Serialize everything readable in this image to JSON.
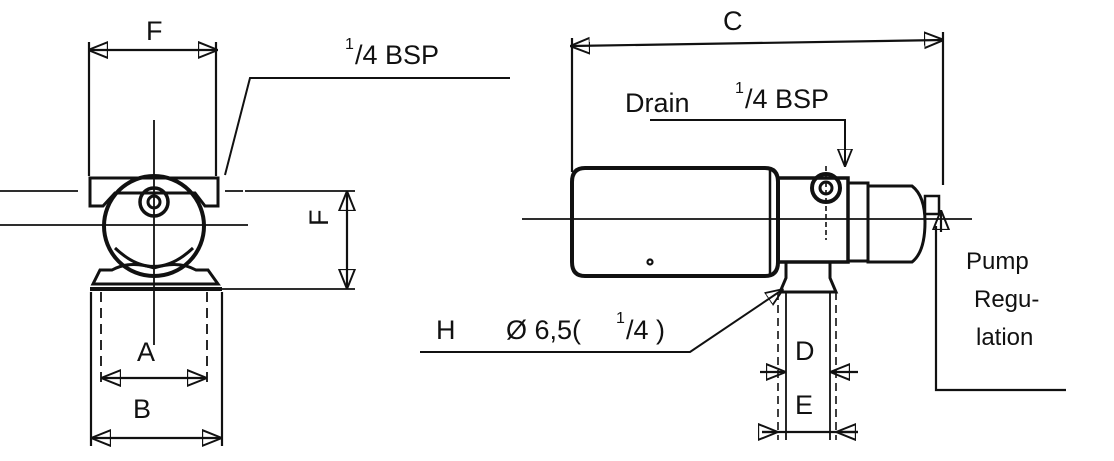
{
  "labels": {
    "dim_f_top": "F",
    "dim_f_side": "F",
    "dim_a": "A",
    "dim_b": "B",
    "dim_c": "C",
    "dim_d": "D",
    "dim_e": "E",
    "dim_h": "H",
    "inlet_thread_num": "1",
    "inlet_thread_rest": "/4 BSP",
    "drain_word": "Drain",
    "drain_thread_num": "1",
    "drain_thread_rest": "/4 BSP",
    "hole_diameter": "Ø 6,5(",
    "hole_sup": "1",
    "hole_rest": "/4 )",
    "regulation_line1": "Pump",
    "regulation_line2": "Regu-",
    "regulation_line3": "lation"
  },
  "colors": {
    "ink": "#111111",
    "paper": "#ffffff"
  }
}
